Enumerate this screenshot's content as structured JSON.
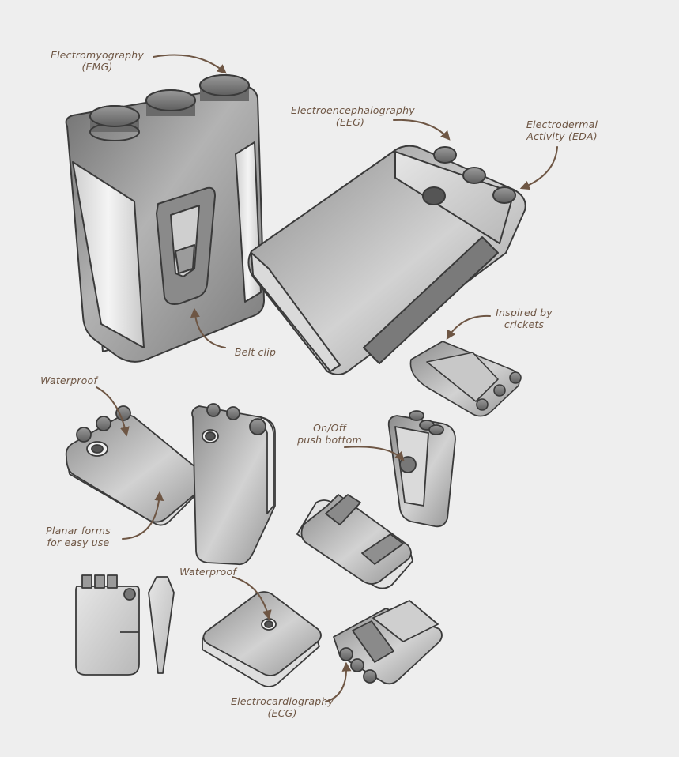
{
  "colors": {
    "background": "#eeeeee",
    "annotation": "#6e5644",
    "outline": "#3a3a3a",
    "body_dark": "#7b7b7b",
    "body_mid": "#a8a8a8",
    "body_light": "#dcdcdc",
    "highlight": "#f7f7f7"
  },
  "labels": {
    "emg": {
      "line1": "Electromyography",
      "line2": "(EMG)"
    },
    "eeg": {
      "line1": "Electroencephalography",
      "line2": "(EEG)"
    },
    "eda": {
      "line1": "Electrodermal",
      "line2": "Activity (EDA)"
    },
    "belt_clip": {
      "line1": "Belt clip"
    },
    "crickets": {
      "line1": "Inspired by",
      "line2": "crickets"
    },
    "waterproof_top": {
      "line1": "Waterproof"
    },
    "onoff": {
      "line1": "On/Off",
      "line2": "push bottom"
    },
    "planar": {
      "line1": "Planar forms",
      "line2": "for easy use"
    },
    "waterproof_bottom": {
      "line1": "Waterproof"
    },
    "ecg": {
      "line1": "Electrocardiography",
      "line2": "(ECG)"
    }
  }
}
